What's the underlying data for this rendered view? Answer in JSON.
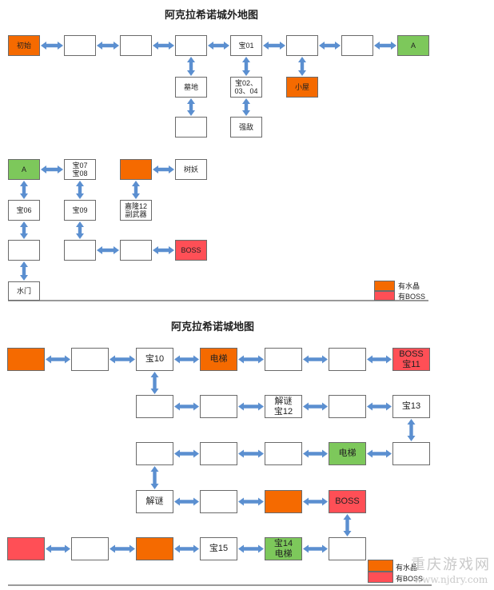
{
  "colors": {
    "crystal": "#f56a00",
    "boss": "#ff4f56",
    "start_goal": "#7dc85b",
    "plain": "#ffffff",
    "arrow": "#5b8fd0"
  },
  "map1": {
    "title": "阿克拉希诺城外地图",
    "legend": {
      "crystal": "有水晶",
      "boss": "有BOSS"
    },
    "nodes": {
      "start": {
        "label": [
          "初始"
        ],
        "type": "crystal"
      },
      "e2": {
        "label": [],
        "type": "plain"
      },
      "e3": {
        "label": [],
        "type": "plain"
      },
      "e4": {
        "label": [],
        "type": "plain"
      },
      "t01": {
        "label": [
          "宝01"
        ],
        "type": "plain"
      },
      "e6": {
        "label": [],
        "type": "plain"
      },
      "e7": {
        "label": [],
        "type": "plain"
      },
      "a_top": {
        "label": [
          "A"
        ],
        "type": "start_goal"
      },
      "grave": {
        "label": [
          "墓地"
        ],
        "type": "plain"
      },
      "under_grave": {
        "label": [],
        "type": "plain"
      },
      "t020304": {
        "label": [
          "宝02、",
          "03、04"
        ],
        "type": "plain"
      },
      "strong": {
        "label": [
          "强敌"
        ],
        "type": "plain"
      },
      "hut": {
        "label": [
          "小屋"
        ],
        "type": "crystal"
      },
      "a_low": {
        "label": [
          "A"
        ],
        "type": "start_goal"
      },
      "t0708": {
        "label": [
          "宝07",
          "宝08"
        ],
        "type": "plain"
      },
      "c_mid": {
        "label": [],
        "type": "crystal"
      },
      "tree": {
        "label": [
          "树妖"
        ],
        "type": "plain"
      },
      "t06": {
        "label": [
          "宝06"
        ],
        "type": "plain"
      },
      "t09": {
        "label": [
          "宝09"
        ],
        "type": "plain"
      },
      "grave12": {
        "label": [
          "嘉隆12",
          "副武器"
        ],
        "type": "plain"
      },
      "e20": {
        "label": [],
        "type": "plain"
      },
      "e21": {
        "label": [],
        "type": "plain"
      },
      "e22": {
        "label": [],
        "type": "plain"
      },
      "boss1": {
        "label": [
          "BOSS"
        ],
        "type": "boss"
      },
      "water": {
        "label": [
          "水门"
        ],
        "type": "plain"
      }
    }
  },
  "map2": {
    "title": "阿克拉希诺城地图",
    "legend": {
      "crystal": "有水晶",
      "boss": "有BOSS"
    },
    "nodes": {
      "r1a": {
        "label": [],
        "type": "crystal"
      },
      "r1b": {
        "label": [],
        "type": "plain"
      },
      "t10": {
        "label": [
          "宝10"
        ],
        "type": "plain"
      },
      "elev1": {
        "label": [
          "电梯"
        ],
        "type": "crystal"
      },
      "r1e": {
        "label": [],
        "type": "plain"
      },
      "r1f": {
        "label": [],
        "type": "plain"
      },
      "boss11": {
        "label": [
          "BOSS",
          "宝11"
        ],
        "type": "boss"
      },
      "r2a": {
        "label": [],
        "type": "plain"
      },
      "r2b": {
        "label": [],
        "type": "plain"
      },
      "puzzle12": {
        "label": [
          "解谜",
          "宝12"
        ],
        "type": "plain"
      },
      "r2d": {
        "label": [],
        "type": "plain"
      },
      "t13": {
        "label": [
          "宝13"
        ],
        "type": "plain"
      },
      "r3a": {
        "label": [],
        "type": "plain"
      },
      "r3b": {
        "label": [],
        "type": "plain"
      },
      "r3c": {
        "label": [],
        "type": "plain"
      },
      "elev2": {
        "label": [
          "电梯"
        ],
        "type": "start_goal"
      },
      "r3e": {
        "label": [],
        "type": "plain"
      },
      "puzzle": {
        "label": [
          "解谜"
        ],
        "type": "plain"
      },
      "r4b": {
        "label": [],
        "type": "plain"
      },
      "r4c": {
        "label": [],
        "type": "crystal"
      },
      "boss4": {
        "label": [
          "BOSS"
        ],
        "type": "boss"
      },
      "r5a": {
        "label": [],
        "type": "boss"
      },
      "r5b": {
        "label": [],
        "type": "plain"
      },
      "r5c": {
        "label": [],
        "type": "crystal"
      },
      "t15": {
        "label": [
          "宝15"
        ],
        "type": "plain"
      },
      "t14": {
        "label": [
          "宝14",
          "电梯"
        ],
        "type": "start_goal"
      },
      "r5f": {
        "label": [],
        "type": "plain"
      }
    }
  },
  "watermark": {
    "name": "重庆游戏网",
    "url": "www.njdry.com"
  }
}
